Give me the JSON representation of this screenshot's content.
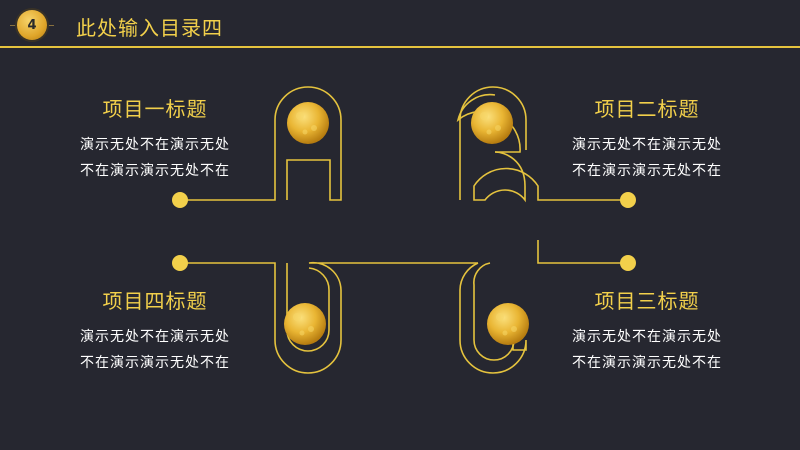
{
  "header": {
    "number": "4",
    "title": "此处输入目录四"
  },
  "items": [
    {
      "title": "项目一标题",
      "line1": "演示无处不在演示无处",
      "line2": "不在演示演示无处不在"
    },
    {
      "title": "项目二标题",
      "line1": "演示无处不在演示无处",
      "line2": "不在演示演示无处不在"
    },
    {
      "title": "项目四标题",
      "line1": "演示无处不在演示无处",
      "line2": "不在演示演示无处不在"
    },
    {
      "title": "项目三标题",
      "line1": "演示无处不在演示无处",
      "line2": "不在演示演示无处不在"
    }
  ],
  "colors": {
    "background": "#262730",
    "accent": "#e5c33e",
    "heading": "#f2d04b",
    "text": "#ffffff"
  }
}
